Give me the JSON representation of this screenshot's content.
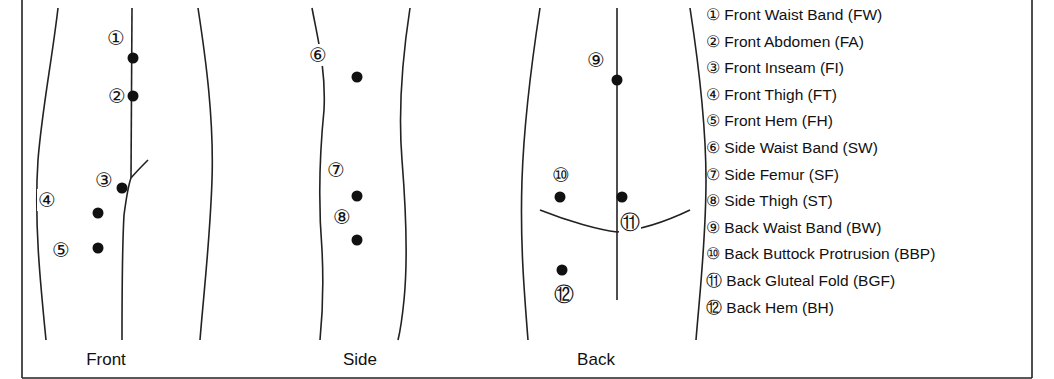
{
  "diagram": {
    "labels": [
      "①",
      "②",
      "③",
      "④",
      "⑤",
      "Front",
      "⑥",
      "⑦",
      "⑧",
      "Side",
      "⑨",
      "⑩",
      "⑪",
      "⑫",
      "Back",
      "① Front Waist Band (FW)",
      "② Front Abdomen (FA)",
      "③ Front Inseam (FI)",
      "④ Front Thigh (FT)",
      "⑤ Front Hem (FH)",
      "⑥ Side Waist Band (SW)",
      "⑦ Side Femur (SF)",
      "⑧ Side Thigh (ST)",
      "⑨ Back Waist Band (BW)",
      "⑩ Back Buttock Protrusion (BBP)",
      "⑪ Back Gluteal Fold (BGF)",
      "⑫ Back Hem (BH)"
    ]
  }
}
